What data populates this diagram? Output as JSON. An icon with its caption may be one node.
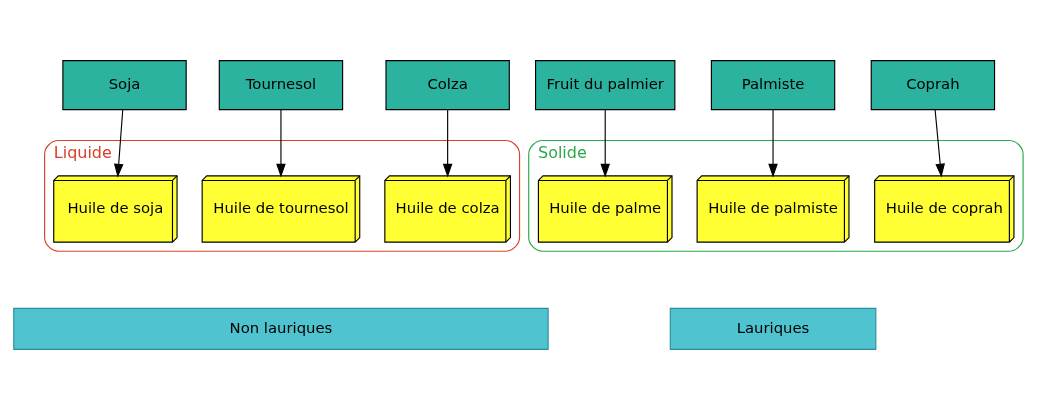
{
  "diagram": {
    "nodes": [
      {
        "text": [
          "Soja"
        ]
      },
      {
        "text": [
          "Tournesol"
        ]
      },
      {
        "text": [
          "Colza"
        ]
      },
      {
        "text": [
          "Fruit du palmier"
        ]
      },
      {
        "text": [
          "Palmiste"
        ]
      },
      {
        "text": [
          "Coprah"
        ]
      },
      {
        "text": [
          "Liquide"
        ]
      },
      {
        "text": [
          "Huile de soja"
        ],
        "in": 6
      },
      {
        "text": [
          "Huile de tournesol"
        ],
        "in": 6
      },
      {
        "text": [
          "Huile de colza"
        ],
        "in": 6
      },
      {
        "text": [
          "Solide"
        ]
      },
      {
        "text": [
          "Huile de palme"
        ],
        "in": 10
      },
      {
        "text": [
          "Huile de palmiste"
        ],
        "in": 10
      },
      {
        "text": [
          "Huile de coprah"
        ],
        "in": 10
      },
      {
        "text": [
          "Non lauriques"
        ]
      },
      {
        "text": [
          "Lauriques"
        ]
      }
    ],
    "edges": [
      {
        "from": 0,
        "to": 7,
        "arrow": "to"
      },
      {
        "from": 1,
        "to": 8,
        "arrow": "to"
      },
      {
        "from": 2,
        "to": 9,
        "arrow": "to"
      },
      {
        "from": 3,
        "to": 11,
        "arrow": "to"
      },
      {
        "from": 4,
        "to": 12,
        "arrow": "to"
      },
      {
        "from": 5,
        "to": 13,
        "arrow": "to"
      }
    ]
  }
}
